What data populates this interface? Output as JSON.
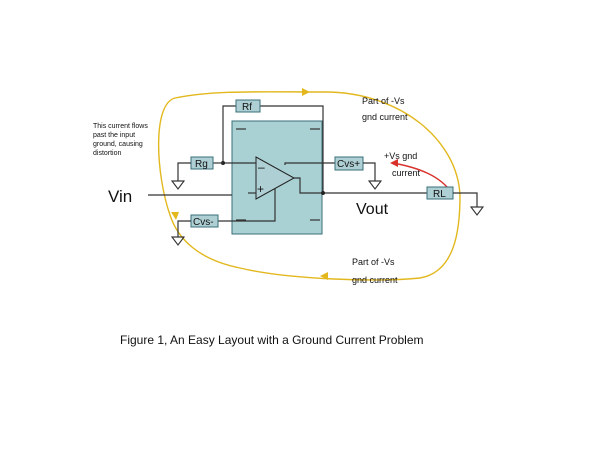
{
  "colors": {
    "background": "#ffffff",
    "wire": "#333333",
    "component_fill": "#aecfd3",
    "component_stroke": "#3a6f78",
    "chip_fill": "#a9d0d3",
    "yellow_current": "#e2b81e",
    "red_current": "#d9302b",
    "text": "#111111"
  },
  "components": {
    "rf": "Rf",
    "rg": "Rg",
    "cvs_plus": "Cvs+",
    "cvs_minus": "Cvs-",
    "rl": "RL",
    "opamp_minus": "–",
    "opamp_plus": "+"
  },
  "labels": {
    "vin": "Vin",
    "vout": "Vout",
    "note_lines": [
      "This current flows",
      "past  the input",
      "ground, causing",
      "distortion"
    ],
    "part_neg_top_1": "Part of -Vs",
    "part_neg_top_2": "gnd current",
    "pos_vs_1": "+Vs gnd",
    "pos_vs_2": "current",
    "part_neg_bottom_1": "Part of -Vs",
    "part_neg_bottom_2": "gnd current"
  },
  "caption": "Figure 1, An Easy Layout with a Ground Current Problem",
  "icons": [
    "ground-symbol",
    "arrowhead"
  ]
}
